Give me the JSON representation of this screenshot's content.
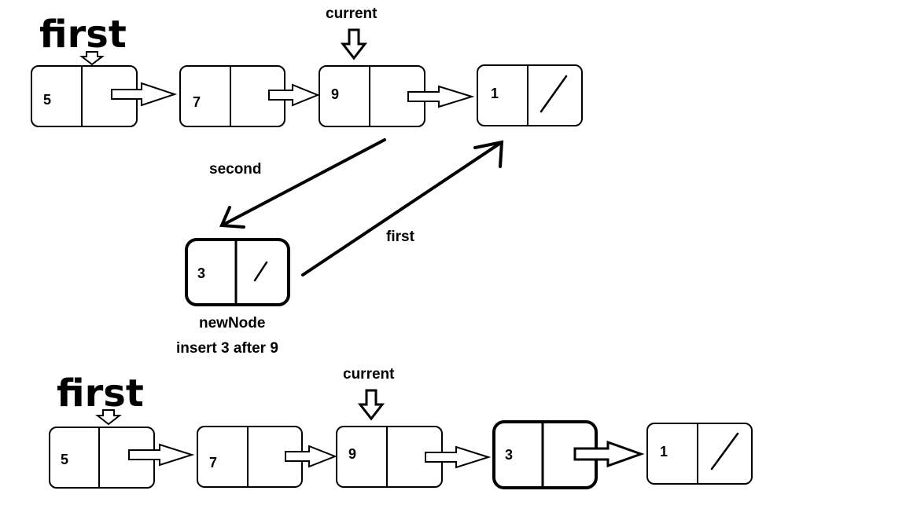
{
  "top": {
    "head_label": "first",
    "current_label": "current",
    "nodes": [
      {
        "value": "5"
      },
      {
        "value": "7"
      },
      {
        "value": "9"
      },
      {
        "value": "1"
      }
    ],
    "second_label": "second",
    "first_label": "first",
    "new_node": {
      "value": "3"
    },
    "new_node_label": "newNode",
    "caption": "insert 3 after 9"
  },
  "bottom": {
    "head_label": "first",
    "current_label": "current",
    "nodes": [
      {
        "value": "5"
      },
      {
        "value": "7"
      },
      {
        "value": "9"
      },
      {
        "value": "3"
      },
      {
        "value": "1"
      }
    ]
  }
}
